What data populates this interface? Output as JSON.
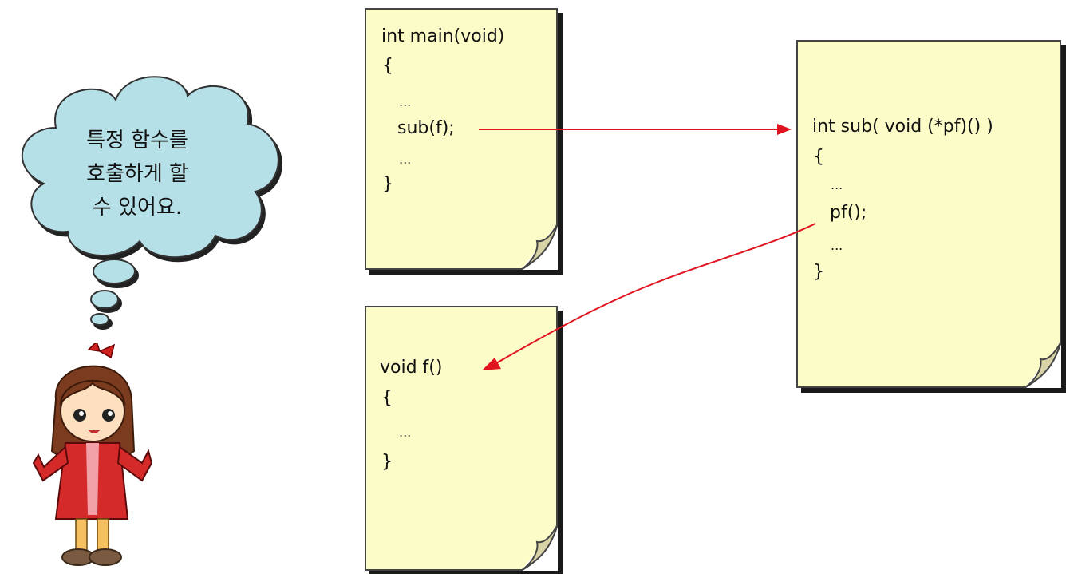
{
  "speech_bubble": {
    "lines": [
      "특정 함수를",
      "호출하게 할",
      "수 있어요."
    ]
  },
  "main_note": {
    "lines": [
      "int main(void)",
      "{",
      "...",
      "sub(f);",
      "...",
      "}"
    ]
  },
  "f_note": {
    "lines": [
      "void f()",
      "{",
      "...",
      "}"
    ]
  },
  "sub_note": {
    "lines": [
      "int sub( void (*pf)() )",
      "{",
      "...",
      "pf();",
      "...",
      "}"
    ]
  },
  "colors": {
    "note_fill": "#fcfcc8",
    "arrow": "#e0141e",
    "cloud_fill": "#b6e0e8"
  }
}
